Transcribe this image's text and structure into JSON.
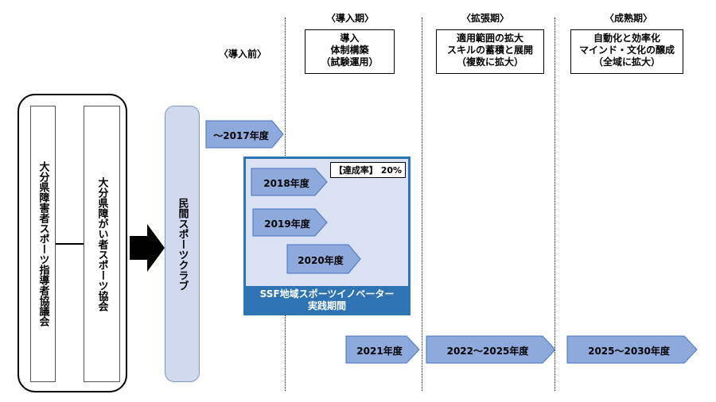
{
  "org": {
    "outer_left": "大分県障害者スポーツ指導者協議会",
    "outer_right": "大分県障がい者スポーツ協会",
    "club": "民間スポーツクラブ"
  },
  "phases": [
    {
      "label": "〈導入前〉"
    },
    {
      "label": "〈導入期〉",
      "box_lines": [
        "導入",
        "体制構築",
        "（試験運用）"
      ]
    },
    {
      "label": "〈拡張期〉",
      "box_lines": [
        "適用範囲の拡大",
        "スキルの蓄積と展開",
        "（複数に拡大）"
      ]
    },
    {
      "label": "〈成熟期〉",
      "box_lines": [
        "自動化と効率化",
        "マインド・文化の醸成",
        "（全域に拡大）"
      ]
    }
  ],
  "ssf": {
    "achievement": "【達成率】 20%",
    "title_line1": "SSF地域スポーツイノベーター",
    "title_line2": "実践期間",
    "colors": {
      "border": "#2e74b5",
      "fill": "#d9e1f2",
      "band": "#2e74b5"
    }
  },
  "years": {
    "pre": "～2017年度",
    "y2018": "2018年度",
    "y2019": "2019年度",
    "y2020": "2020年度",
    "y2021": "2021年度",
    "y2022": "2022～2025年度",
    "y2025": "2025～2030年度"
  },
  "colors": {
    "arrow_fill": "#8ea9db",
    "arrow_stroke": "#4472c4",
    "club_fill": "#d0d9ee",
    "club_stroke": "#7f96c8",
    "black_arrow": "#000000"
  }
}
